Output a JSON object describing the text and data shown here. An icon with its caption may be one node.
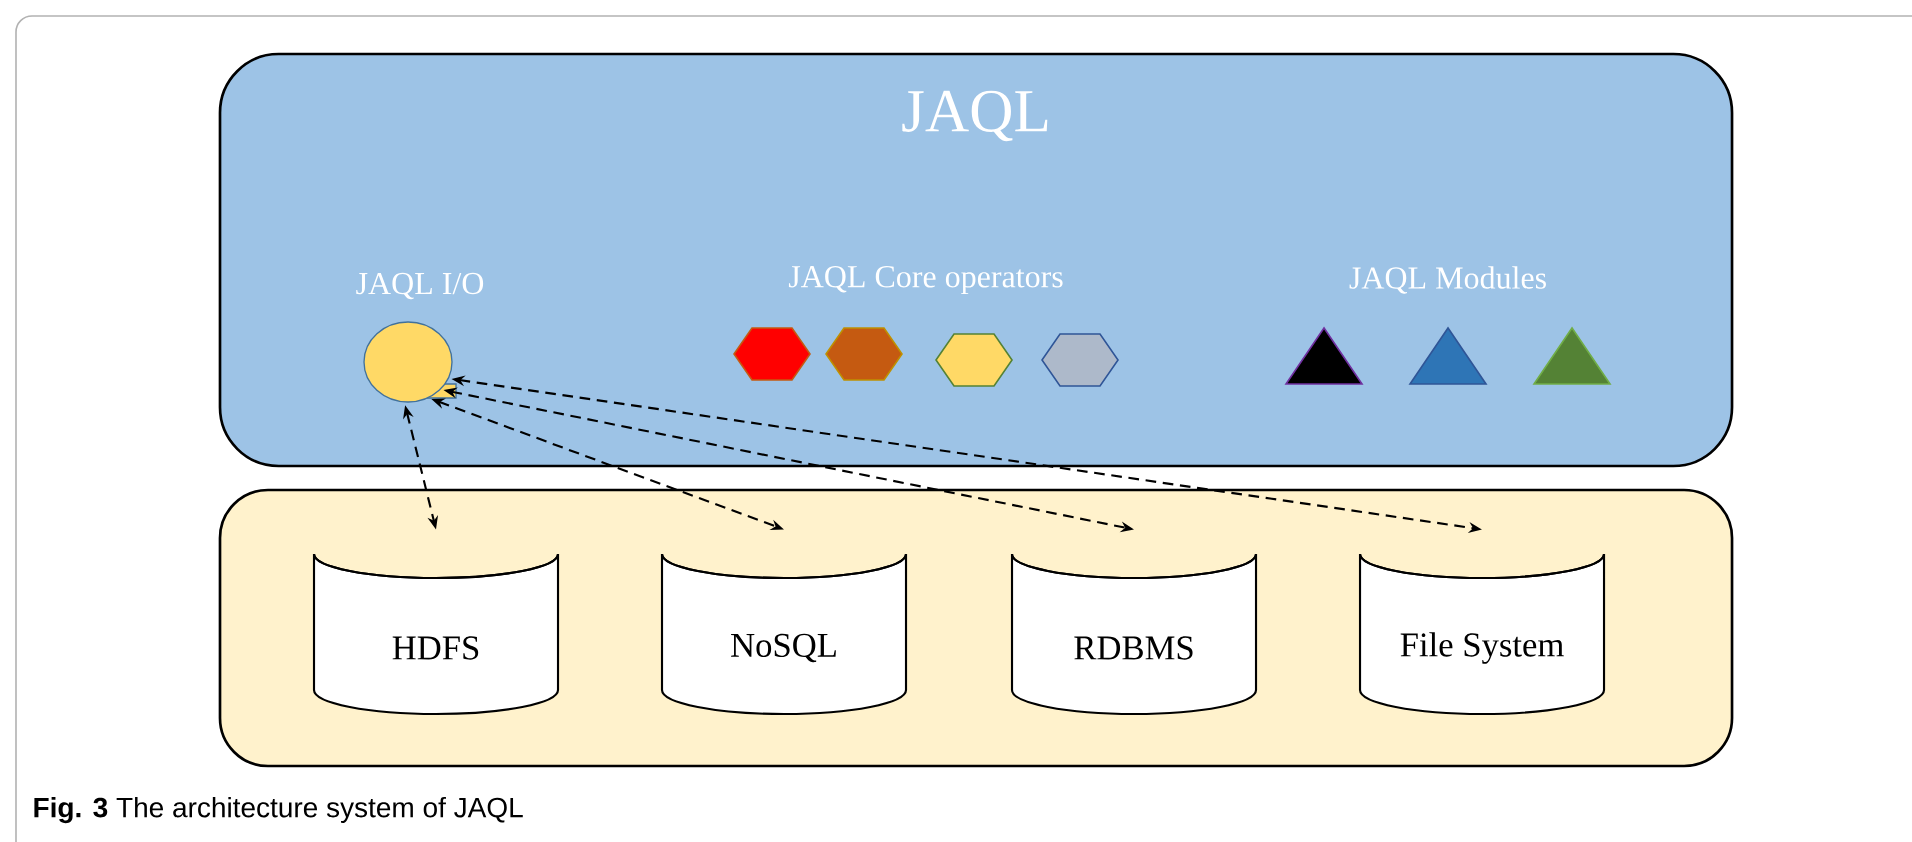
{
  "diagram": {
    "caption": "**Fig. 3** The architecture system of JAQL",
    "nodes": [
      {
        "text": [
          "JAQL"
        ]
      },
      {
        "text": [
          "JAQL I/O"
        ],
        "in": 0
      },
      {
        "text": [],
        "shape": "box"
      },
      {
        "text": [
          "HDFS"
        ],
        "in": 2
      },
      {
        "text": [
          "NoSQL"
        ],
        "in": 2
      },
      {
        "text": [
          "RDBMS"
        ],
        "in": 2
      },
      {
        "text": [
          "File System"
        ],
        "in": 2
      }
    ],
    "edges": [
      {
        "from": 1,
        "to": 3,
        "arrow": "both",
        "style": "dashed"
      },
      {
        "from": 1,
        "to": 4,
        "arrow": "both",
        "style": "dashed"
      },
      {
        "from": 1,
        "to": 5,
        "arrow": "both",
        "style": "dashed"
      },
      {
        "from": 1,
        "to": 6,
        "arrow": "both",
        "style": "dashed"
      }
    ],
    "labels": [
      "JAQL Core operators",
      "JAQL Modules"
    ]
  }
}
